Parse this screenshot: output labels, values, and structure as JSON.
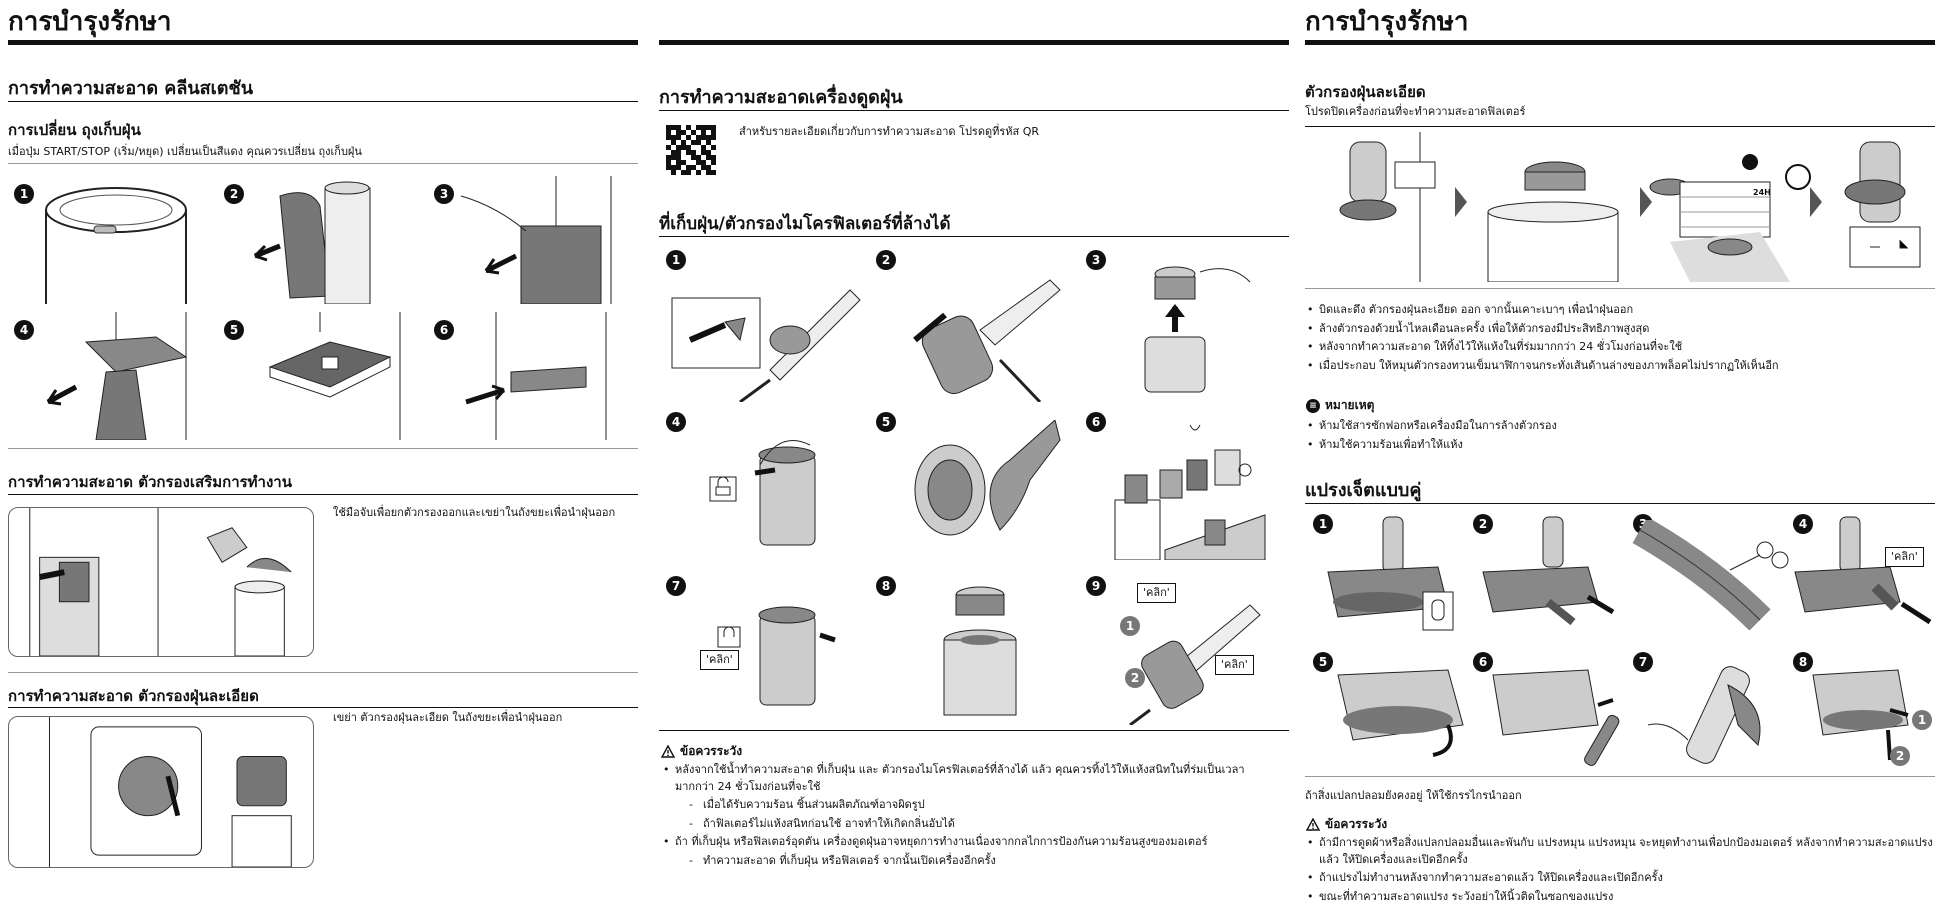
{
  "page_title_left": "การบำรุงรักษา",
  "page_title_right": "การบำรุงรักษา",
  "col1": {
    "section_title": "การทำความสะอาด คลีนสเตชัน",
    "bag": {
      "title": "การเปลี่ยน ถุงเก็บฝุ่น",
      "desc": "เมื่อปุ่ม START/STOP (เริ่ม/หยุด) เปลี่ยนเป็นสีแดง คุณควรเปลี่ยน ถุงเก็บฝุ่น",
      "steps": [
        "1",
        "2",
        "3",
        "4",
        "5",
        "6"
      ]
    },
    "performance_filter": {
      "title": "การทำความสะอาด ตัวกรองเสริมการทำงาน",
      "desc": "ใช้มือจับเพื่อยกตัวกรองออกและเขย่าในถังขยะเพื่อนำฝุ่นออก"
    },
    "fine_filter": {
      "title": "การทำความสะอาด ตัวกรองฝุ่นละเอียด",
      "desc": "เขย่า ตัวกรองฝุ่นละเอียด ในถังขยะเพื่อนำฝุ่นออก"
    }
  },
  "col2": {
    "section_title": "การทำความสะอาดเครื่องดูดฝุ่น",
    "qr_text": "สำหรับรายละเอียดเกี่ยวกับการทำความสะอาด โปรดดูที่รหัส QR",
    "bin_title": "ที่เก็บฝุ่น/ตัวกรองไมโครฟิลเตอร์ที่ล้างได้",
    "steps": [
      "1",
      "2",
      "3",
      "4",
      "5",
      "6",
      "7",
      "8",
      "9"
    ],
    "click_label": "'คลิก'",
    "callout_1": "1",
    "callout_2": "2",
    "caution": {
      "title": "ข้อควรระวัง",
      "items": [
        {
          "text": "หลังจากใช้น้ำทำความสะอาด ที่เก็บฝุ่น และ ตัวกรองไมโครฟิลเตอร์ที่ล้างได้ แล้ว คุณควรทิ้งไว้ให้แห้งสนิทในที่ร่มเป็นเวลามากกว่า 24 ชั่วโมงก่อนที่จะใช้",
          "sub": [
            "เมื่อได้รับความร้อน ชิ้นส่วนผลิตภัณฑ์อาจผิดรูป",
            "ถ้าฟิลเตอร์ไม่แห้งสนิทก่อนใช้ อาจทำให้เกิดกลิ่นอับได้"
          ]
        },
        {
          "text": "ถ้า ที่เก็บฝุ่น หรือฟิลเตอร์อุดตัน เครื่องดูดฝุ่นอาจหยุดการทำงานเนื่องจากกลไกการป้องกันความร้อนสูงของมอเตอร์",
          "sub": [
            "ทำความสะอาด ที่เก็บฝุ่น หรือฟิลเตอร์ จากนั้นเปิดเครื่องอีกครั้ง"
          ]
        }
      ]
    }
  },
  "col3": {
    "fine_dust": {
      "title": "ตัวกรองฝุ่นละเอียด",
      "desc": "โปรดปิดเครื่องก่อนที่จะทำความสะอาดฟิลเตอร์",
      "timer_label": "24H",
      "bullets": [
        "บิดและดึง ตัวกรองฝุ่นละเอียด ออก จากนั้นเคาะเบาๆ เพื่อนำฝุ่นออก",
        "ล้างตัวกรองด้วยน้ำไหลเดือนละครั้ง เพื่อให้ตัวกรองมีประสิทธิภาพสูงสุด",
        "หลังจากทำความสะอาด ให้ทิ้งไว้ให้แห้งในที่ร่มมากกว่า 24 ชั่วโมงก่อนที่จะใช้",
        "เมื่อประกอบ ให้หมุนตัวกรองทวนเข็มนาฬิกาจนกระทั่งเส้นด้านล่างของภาพล็อคไม่ปรากฏให้เห็นอีก"
      ],
      "note_title": "หมายเหตุ",
      "notes": [
        "ห้ามใช้สารซักฟอกหรือเครื่องมือในการล้างตัวกรอง",
        "ห้ามใช้ความร้อนเพื่อทำให้แห้ง"
      ]
    },
    "dual_brush": {
      "title": "แปรงเจ็ตแบบคู่",
      "steps": [
        "1",
        "2",
        "3",
        "4",
        "5",
        "6",
        "7",
        "8"
      ],
      "click_label": "'คลิก'",
      "callout_1": "1",
      "callout_2": "2",
      "scissors_text": "ถ้าสิ่งแปลกปลอมยังคงอยู่ ให้ใช้กรรไกรนำออก",
      "caution_title": "ข้อควรระวัง",
      "caution_items": [
        "ถ้ามีการดูดผ้าหรือสิ่งแปลกปลอมอื่นและพันกับ แปรงหมุน แปรงหมุน จะหยุดทำงานเพื่อปกป้องมอเตอร์ หลังจากทำความสะอาดแปรงแล้ว ให้ปิดเครื่องและเปิดอีกครั้ง",
        "ถ้าแปรงไม่ทำงานหลังจากทำความสะอาดแล้ว ให้ปิดเครื่องและเปิดอีกครั้ง",
        "ขณะที่ทำความสะอาดแปรง ระวังอย่าให้นิ้วติดในซอกของแปรง"
      ]
    }
  }
}
